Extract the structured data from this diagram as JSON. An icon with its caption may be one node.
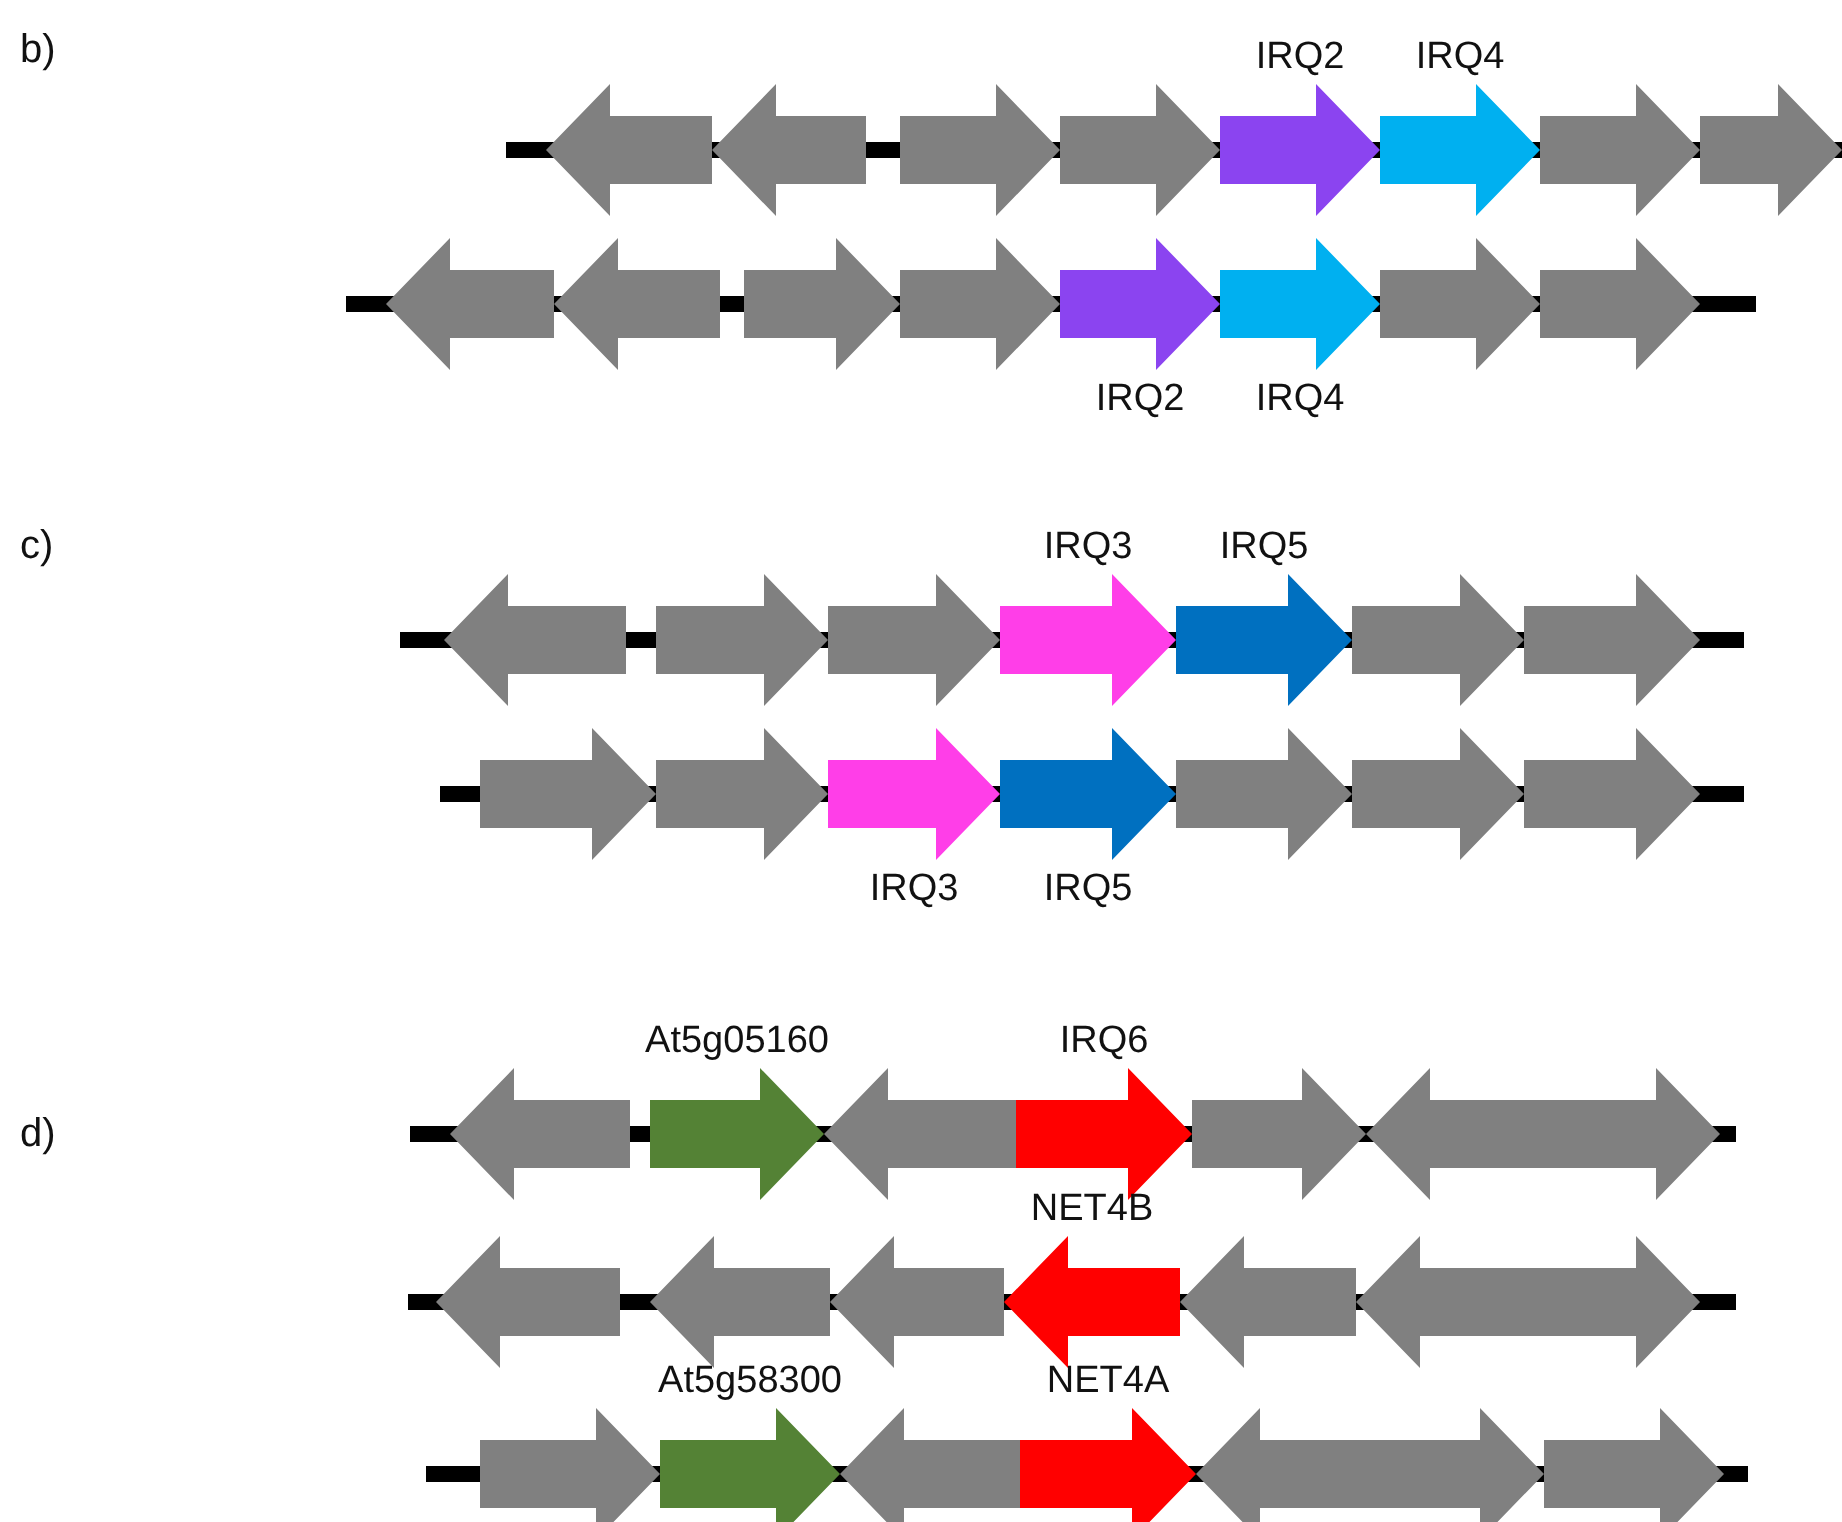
{
  "diagram": {
    "nodes": [
      {
        "text": [],
        "shape": "arrow"
      },
      {
        "text": [],
        "shape": "arrow"
      },
      {
        "text": [],
        "shape": "arrow"
      },
      {
        "text": [],
        "shape": "arrow"
      },
      {
        "text": [
          "IRQ2"
        ]
      },
      {
        "text": [
          "IRQ4"
        ]
      },
      {
        "text": [],
        "shape": "arrow"
      },
      {
        "text": [],
        "shape": "arrow"
      },
      {
        "text": [],
        "shape": "arrow"
      },
      {
        "text": [],
        "shape": "arrow"
      },
      {
        "text": [],
        "shape": "arrow"
      },
      {
        "text": [],
        "shape": "arrow"
      },
      {
        "text": [
          "IRQ2"
        ]
      },
      {
        "text": [
          "IRQ4"
        ]
      },
      {
        "text": [],
        "shape": "arrow"
      },
      {
        "text": [],
        "shape": "arrow"
      },
      {
        "text": [],
        "shape": "arrow"
      },
      {
        "text": [],
        "shape": "arrow"
      },
      {
        "text": [],
        "shape": "arrow"
      },
      {
        "text": [
          "IRQ3"
        ]
      },
      {
        "text": [
          "IRQ5"
        ]
      },
      {
        "text": [],
        "shape": "arrow"
      },
      {
        "text": [],
        "shape": "arrow"
      },
      {
        "text": [],
        "shape": "arrow"
      },
      {
        "text": [],
        "shape": "arrow"
      },
      {
        "text": [
          "IRQ3"
        ]
      },
      {
        "text": [
          "IRQ5"
        ]
      },
      {
        "text": [],
        "shape": "arrow"
      },
      {
        "text": [],
        "shape": "arrow"
      },
      {
        "text": [],
        "shape": "arrow"
      },
      {
        "text": [],
        "shape": "arrow"
      },
      {
        "text": [
          "At5g05160"
        ]
      },
      {
        "text": [],
        "shape": "arrow"
      },
      {
        "text": [
          "IRQ6"
        ]
      },
      {
        "text": [],
        "shape": "arrow"
      },
      {
        "text": [],
        "shape": "arrow"
      },
      {
        "text": [],
        "shape": "arrow"
      },
      {
        "text": [],
        "shape": "arrow"
      },
      {
        "text": [],
        "shape": "arrow"
      },
      {
        "text": [
          "NET4B"
        ]
      },
      {
        "text": [],
        "shape": "arrow"
      },
      {
        "text": [],
        "shape": "arrow"
      },
      {
        "text": [],
        "shape": "arrow"
      },
      {
        "text": [
          "At5g58300"
        ]
      },
      {
        "text": [],
        "shape": "arrow"
      },
      {
        "text": [
          "NET4A"
        ]
      },
      {
        "text": [],
        "shape": "arrow"
      },
      {
        "text": [],
        "shape": "arrow"
      }
    ],
    "labels": [
      "b)",
      "c)",
      "d)"
    ]
  }
}
